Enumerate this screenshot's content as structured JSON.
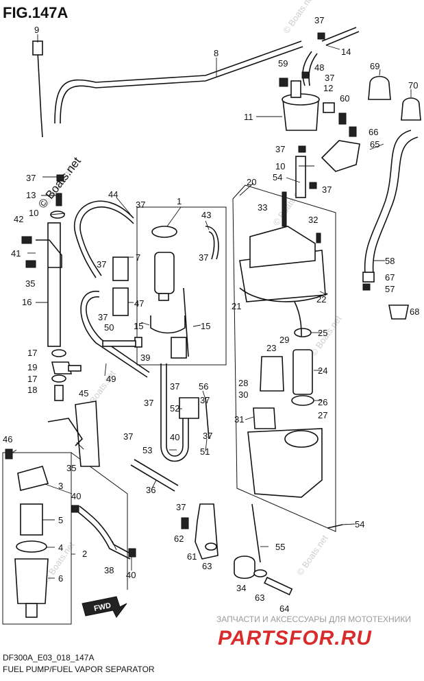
{
  "figure": {
    "title": "FIG.147A",
    "model_code": "DF300A_E03_018_147A",
    "caption": "FUEL PUMP/FUEL VAPOR SEPARATOR",
    "direction_label": "FWD"
  },
  "callouts": {
    "n1": "1",
    "n2": "2",
    "n3": "3",
    "n4": "4",
    "n5": "5",
    "n6": "6",
    "n7": "7",
    "n8": "8",
    "n9": "9",
    "n10": "10",
    "n11": "11",
    "n12": "12",
    "n13": "13",
    "n14": "14",
    "n15": "15",
    "n16": "16",
    "n17": "17",
    "n18": "18",
    "n19": "19",
    "n20": "20",
    "n21": "21",
    "n22": "22",
    "n23": "23",
    "n24": "24",
    "n25": "25",
    "n26": "26",
    "n27": "27",
    "n28": "28",
    "n29": "29",
    "n30": "30",
    "n31": "31",
    "n32": "32",
    "n33": "33",
    "n34": "34",
    "n35": "35",
    "n36": "36",
    "n37": "37",
    "n38": "38",
    "n39": "39",
    "n40": "40",
    "n41": "41",
    "n42": "42",
    "n43": "43",
    "n44": "44",
    "n45": "45",
    "n46": "46",
    "n47": "47",
    "n48": "48",
    "n49": "49",
    "n50": "50",
    "n51": "51",
    "n52": "52",
    "n53": "53",
    "n54": "54",
    "n55": "55",
    "n56": "56",
    "n57": "57",
    "n58": "58",
    "n59": "59",
    "n60": "60",
    "n61": "61",
    "n62": "62",
    "n63": "63",
    "n64": "64",
    "n65": "65",
    "n66": "66",
    "n67": "67",
    "n68": "68",
    "n69": "69",
    "n70": "70"
  },
  "watermarks": {
    "boats": "© Boats.net"
  },
  "shop": {
    "tagline": "ЗАПЧАСТИ И АКСЕССУАРЫ ДЛЯ МОТОТЕХНИКИ",
    "logo": "PARTSFOR.RU"
  }
}
